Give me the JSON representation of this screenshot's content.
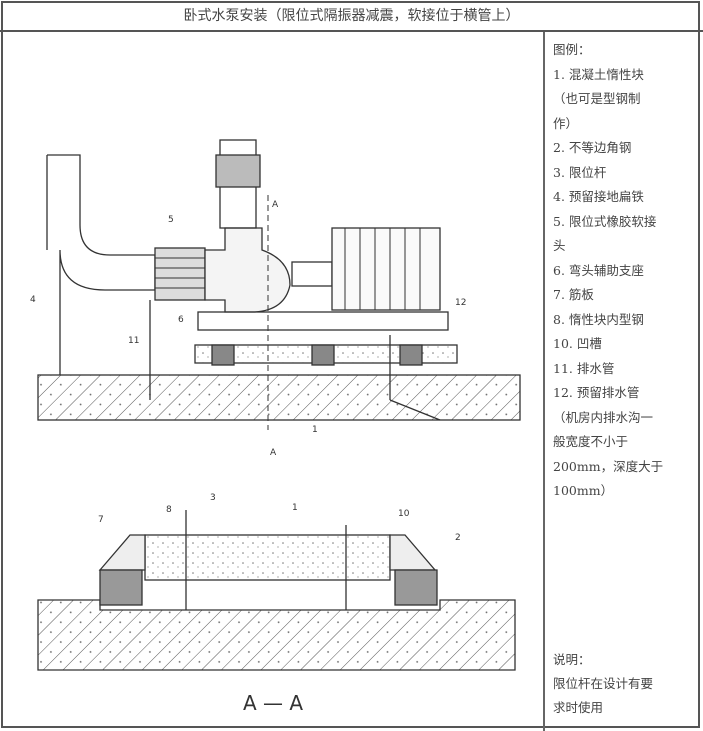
{
  "title": "卧式水泵安装（限位式隔振器减震，软接位于横管上）",
  "legend": {
    "heading": "图例：",
    "items": [
      "1. 混凝土惰性块",
      "（也可是型钢制",
      "作）",
      "2. 不等边角钢",
      "3. 限位杆",
      "4. 预留接地扁铁",
      "5. 限位式橡胶软接",
      "头",
      "6. 弯头辅助支座",
      "7. 筋板",
      "8. 惰性块内型钢",
      "10. 凹槽",
      "11. 排水管",
      "12. 预留排水管",
      "（机房内排水沟一",
      "般宽度不小于",
      "200mm，深度大于",
      "100mm）"
    ]
  },
  "notes": {
    "heading": "说明：",
    "lines": [
      "限位杆在设计有要",
      "求时使用"
    ]
  },
  "drawing": {
    "section_mark": "A",
    "section_title": "A — A",
    "elevation_labels": [
      "4",
      "5",
      "6",
      "11",
      "12",
      "1"
    ],
    "section_labels": [
      "7",
      "8",
      "3",
      "1",
      "10",
      "2"
    ]
  }
}
